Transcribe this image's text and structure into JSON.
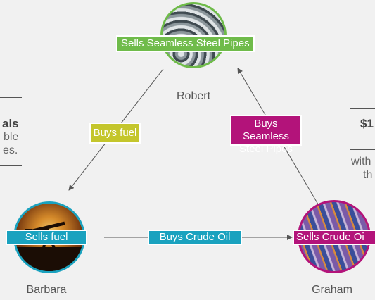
{
  "left_panel": {
    "line1": "als",
    "line2": "ble",
    "line3": "es."
  },
  "right_panel": {
    "line1": "$1",
    "line2": "with",
    "line3": "th"
  },
  "nodes": {
    "robert": {
      "name": "Robert",
      "label": "Sells Seamless Steel Pipes"
    },
    "barbara": {
      "name": "Barbara",
      "label": "Sells fuel"
    },
    "graham": {
      "name": "Graham",
      "label": "Sells Crude Oi"
    }
  },
  "edges": {
    "robert_to_barbara": "Buys fuel",
    "graham_to_robert": "Buys Seamless Steel Pipes",
    "barbara_to_graham": "Buys Crude Oil"
  },
  "colors": {
    "robert_label": "#6fbb4a",
    "barbara_label": "#1aa2bf",
    "graham_label": "#b3137a",
    "buys_fuel": "#c4c62c",
    "buys_pipes": "#b3137a",
    "buys_crude": "#1aa2bf"
  }
}
